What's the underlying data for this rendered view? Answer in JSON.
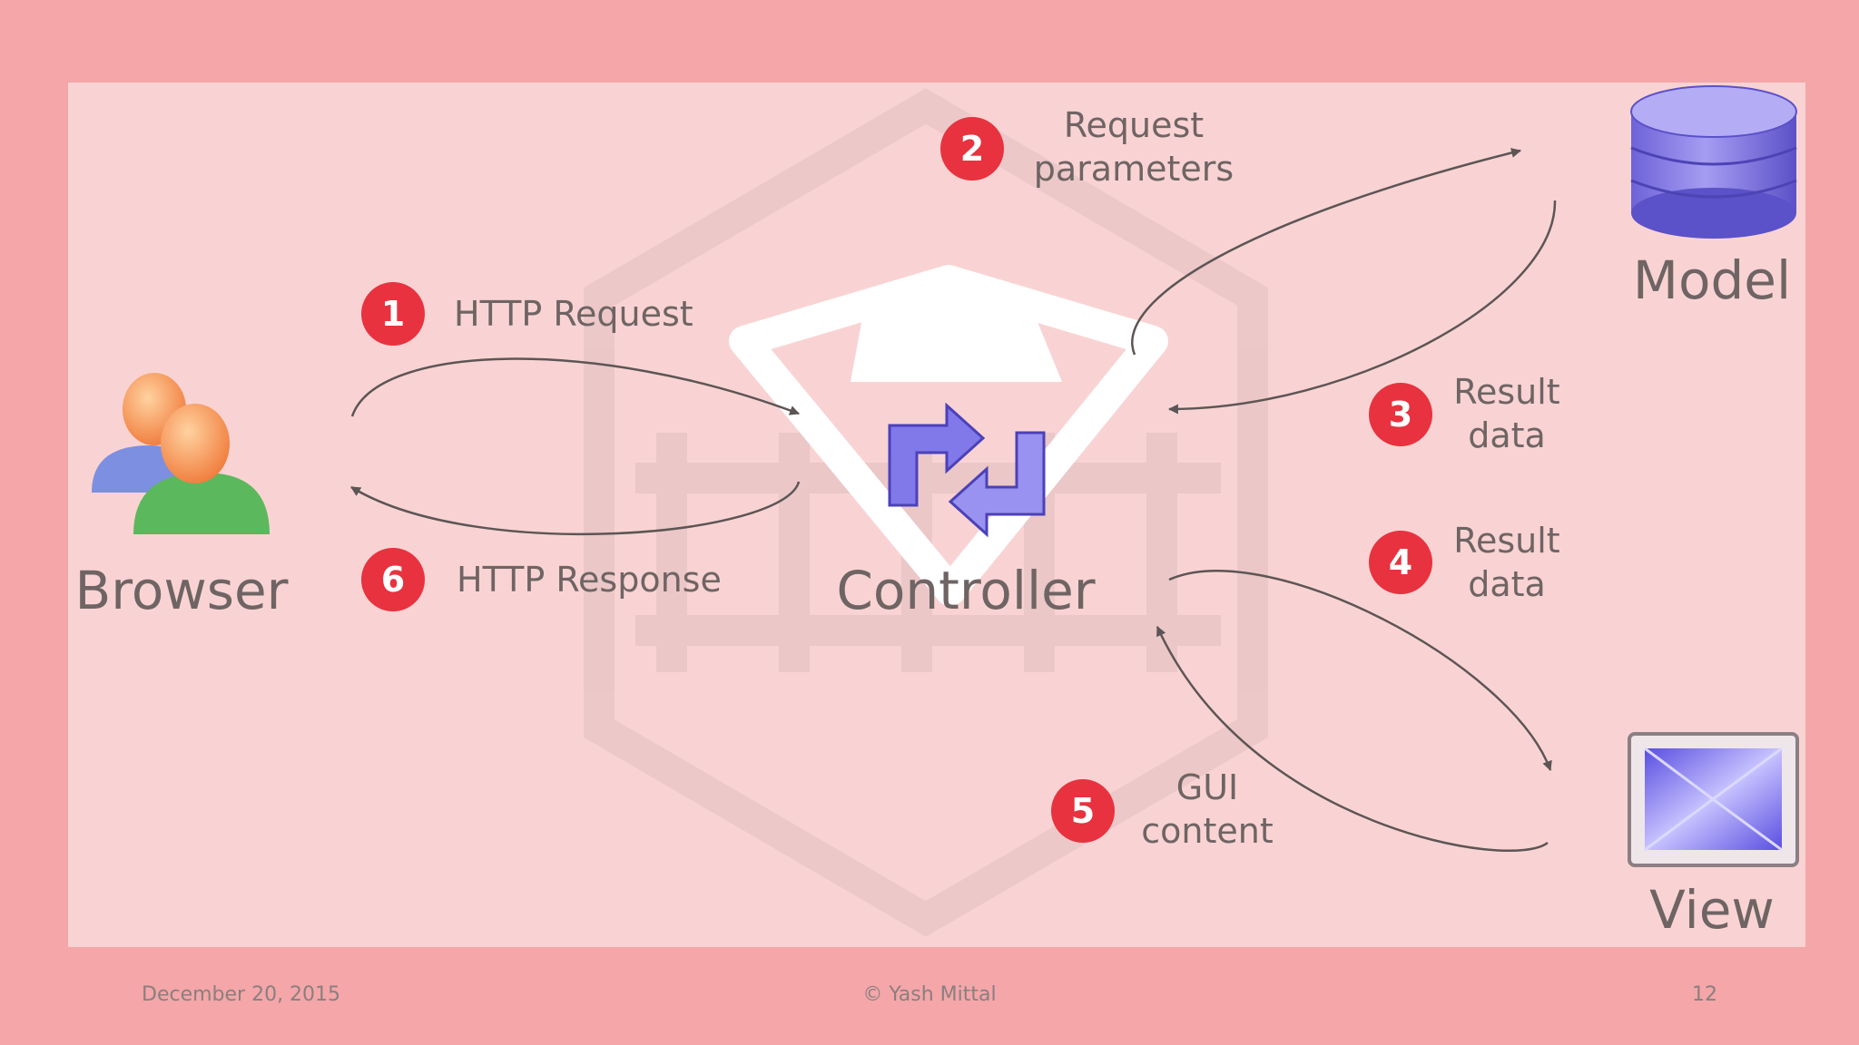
{
  "diagram": {
    "nodes": {
      "browser": "Browser",
      "controller": "Controller",
      "model": "Model",
      "view": "View"
    },
    "steps": [
      {
        "num": "1",
        "line1": "HTTP Request",
        "line2": ""
      },
      {
        "num": "2",
        "line1": "Request",
        "line2": "parameters"
      },
      {
        "num": "3",
        "line1": "Result",
        "line2": "data"
      },
      {
        "num": "4",
        "line1": "Result",
        "line2": "data"
      },
      {
        "num": "5",
        "line1": "GUI",
        "line2": "content"
      },
      {
        "num": "6",
        "line1": "HTTP Response",
        "line2": ""
      }
    ]
  },
  "footer": {
    "date": "December 20, 2015",
    "author": "© Yash Mittal",
    "page": "12"
  },
  "colors": {
    "background": "#f4a6a8",
    "panel": "#f9d3d3",
    "badge": "#e8323f",
    "text": "#6f6464",
    "model": "#8f86ea",
    "view": "#7a6ff0"
  }
}
